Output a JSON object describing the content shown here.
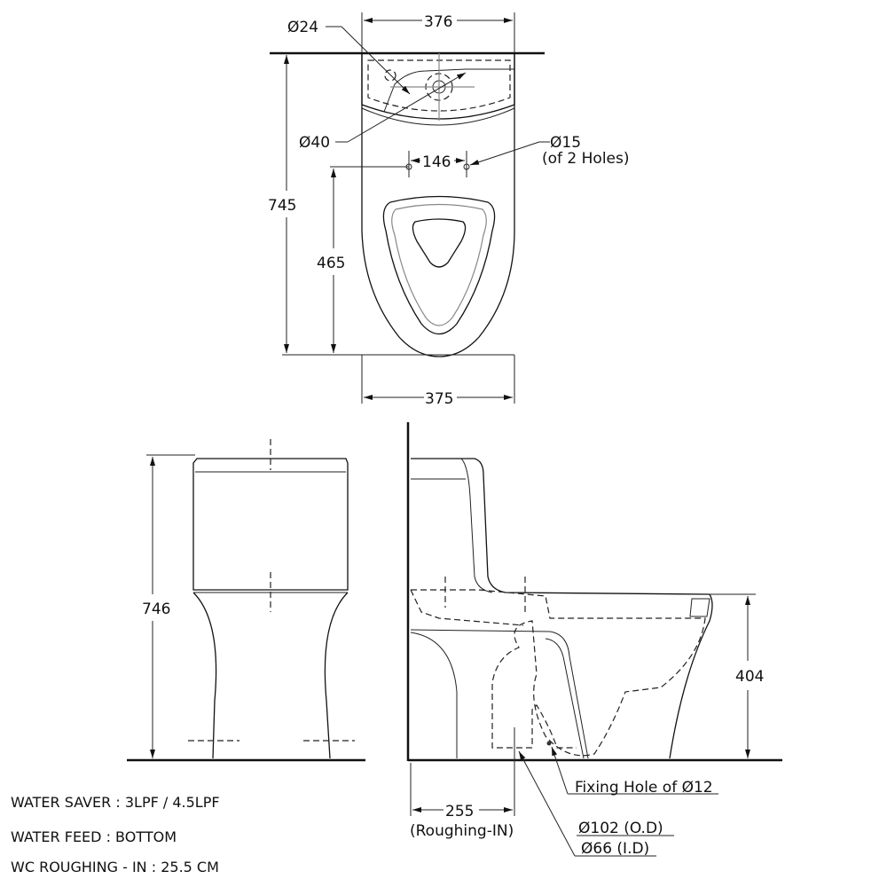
{
  "top_view": {
    "width_top": "376",
    "width_bottom": "375",
    "total_depth": "745",
    "hole_depth": "465",
    "hole_spacing": "146",
    "button_dia_small": "Ø24",
    "button_dia_large": "Ø40",
    "fixing_holes": "Ø15",
    "fixing_holes_note": "(of 2 Holes)"
  },
  "front_view": {
    "height": "746"
  },
  "side_view": {
    "seat_height": "404",
    "roughing_dim": "255",
    "roughing_label": "(Roughing-IN)",
    "fixing_hole": "Fixing Hole of Ø12",
    "outlet_od": "Ø102 (O.D)",
    "outlet_id": "Ø66 (I.D)"
  },
  "specs": [
    "WATER SAVER :   3LPF / 4.5LPF",
    "WATER FEED : BOTTOM",
    "WC ROUGHING - IN : 25.5 CM"
  ]
}
